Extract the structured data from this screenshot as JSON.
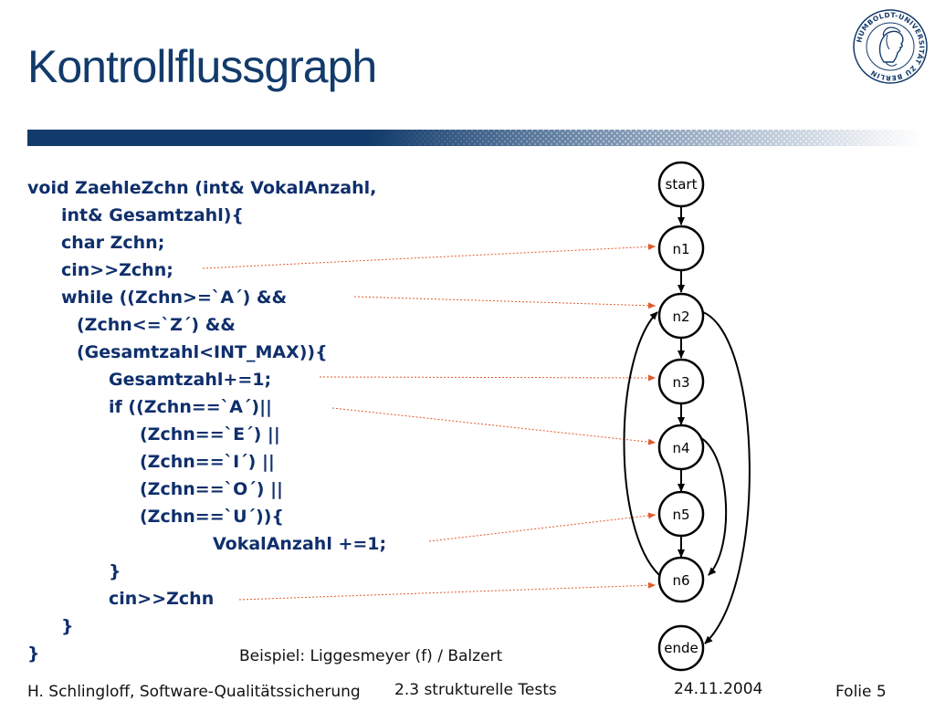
{
  "slide": {
    "title": "Kontrollflussgraph"
  },
  "logo": {
    "icon": "university-seal-icon",
    "text": "HUMBOLDT-UNIVERSITÄT ZU BERLIN"
  },
  "code_lines": [
    "void ZaehleZchn (int& VokalAnzahl,",
    "int& Gesamtzahl){",
    "char Zchn;",
    "cin>>Zchn;",
    "while ((Zchn>=`A´) &&",
    "(Zchn<=`Z´) &&",
    "(Gesamtzahl<INT_MAX)){",
    "Gesamtzahl+=1;",
    "if ((Zchn==`A´)||",
    "(Zchn==`E´) ||",
    "(Zchn==`I´) ||",
    "(Zchn==`O´) ||",
    "(Zchn==`U´)){",
    "VokalAnzahl +=1;",
    "}",
    "cin>>Zchn",
    "}",
    "}"
  ],
  "graph": {
    "nodes": [
      "start",
      "n1",
      "n2",
      "n3",
      "n4",
      "n5",
      "n6",
      "ende"
    ],
    "colors": {
      "edge": "#000000",
      "mapping": "#e05a2a",
      "title": "#123b6b",
      "code": "#0f2f6c"
    }
  },
  "caption": "Beispiel: Liggesmeyer (f) / Balzert",
  "footer": {
    "author": "H. Schlingloff, Software-Qualitätssicherung",
    "section": "2.3 strukturelle Tests",
    "date": "24.11.2004",
    "slide_no": "Folie 5"
  }
}
